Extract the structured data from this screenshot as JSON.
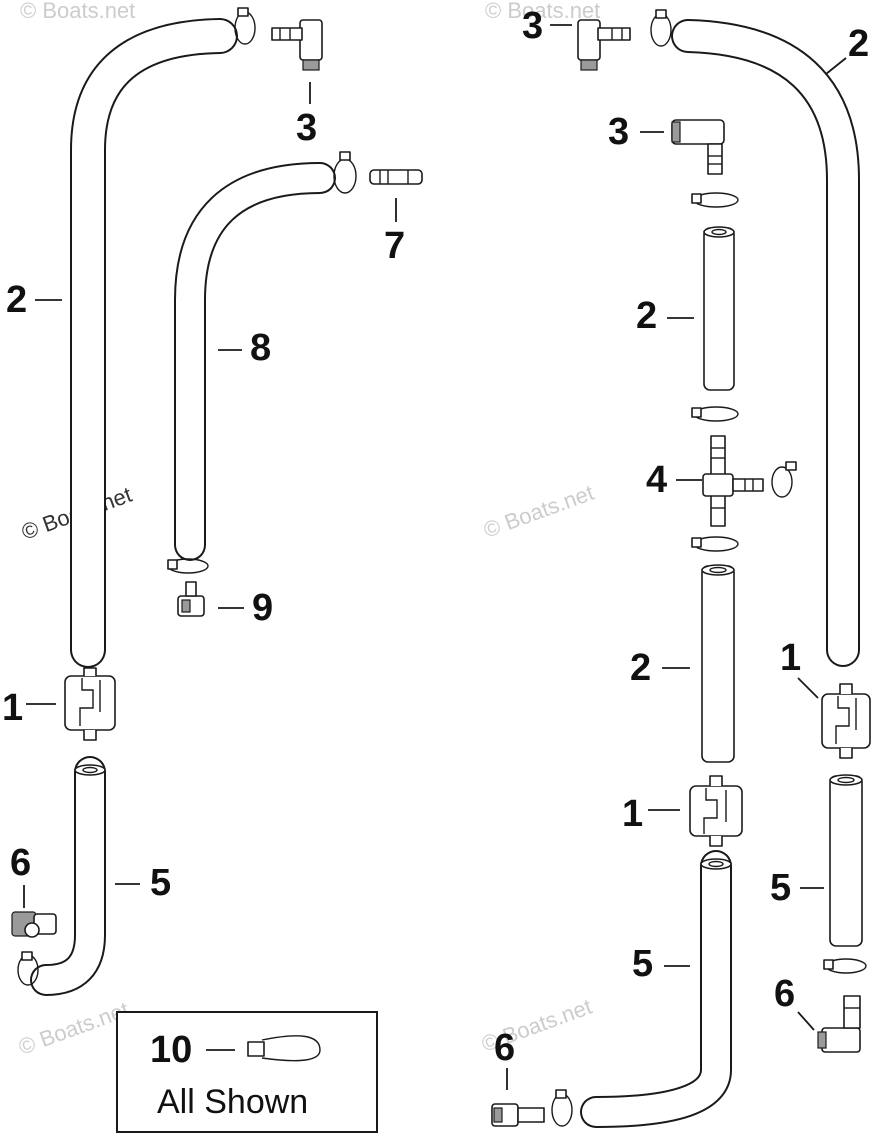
{
  "watermark": "© Boats.net",
  "callouts": {
    "filter": "1",
    "hose": "2",
    "elbow": "3",
    "cross": "4",
    "short_hose": "5",
    "fitting": "6",
    "connector": "7",
    "long_hose": "8",
    "elbow_small": "9"
  },
  "note": {
    "number": "10",
    "text": "All Shown"
  }
}
